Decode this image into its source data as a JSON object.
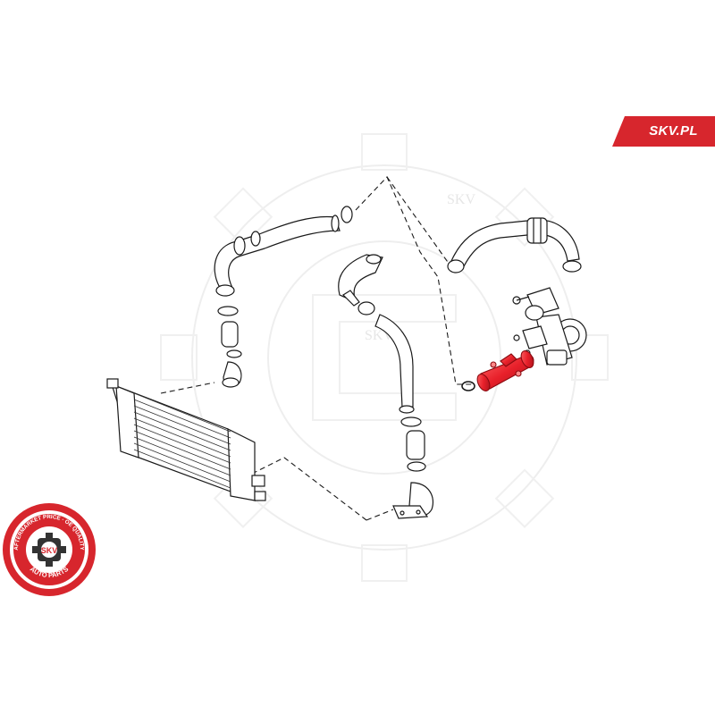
{
  "brand": {
    "site_label": "SKV.PL",
    "accent_color": "#d7262d"
  },
  "watermark": {
    "text": "SKV"
  },
  "seal": {
    "ring_text_top": "AFTERMARKET PRICE · OE QUALITY",
    "ring_text_bottom": "AUTO PARTS",
    "center_text": "SKV"
  },
  "diagram": {
    "highlight_color": "#e8202a",
    "line_color": "#1a1a1a"
  }
}
